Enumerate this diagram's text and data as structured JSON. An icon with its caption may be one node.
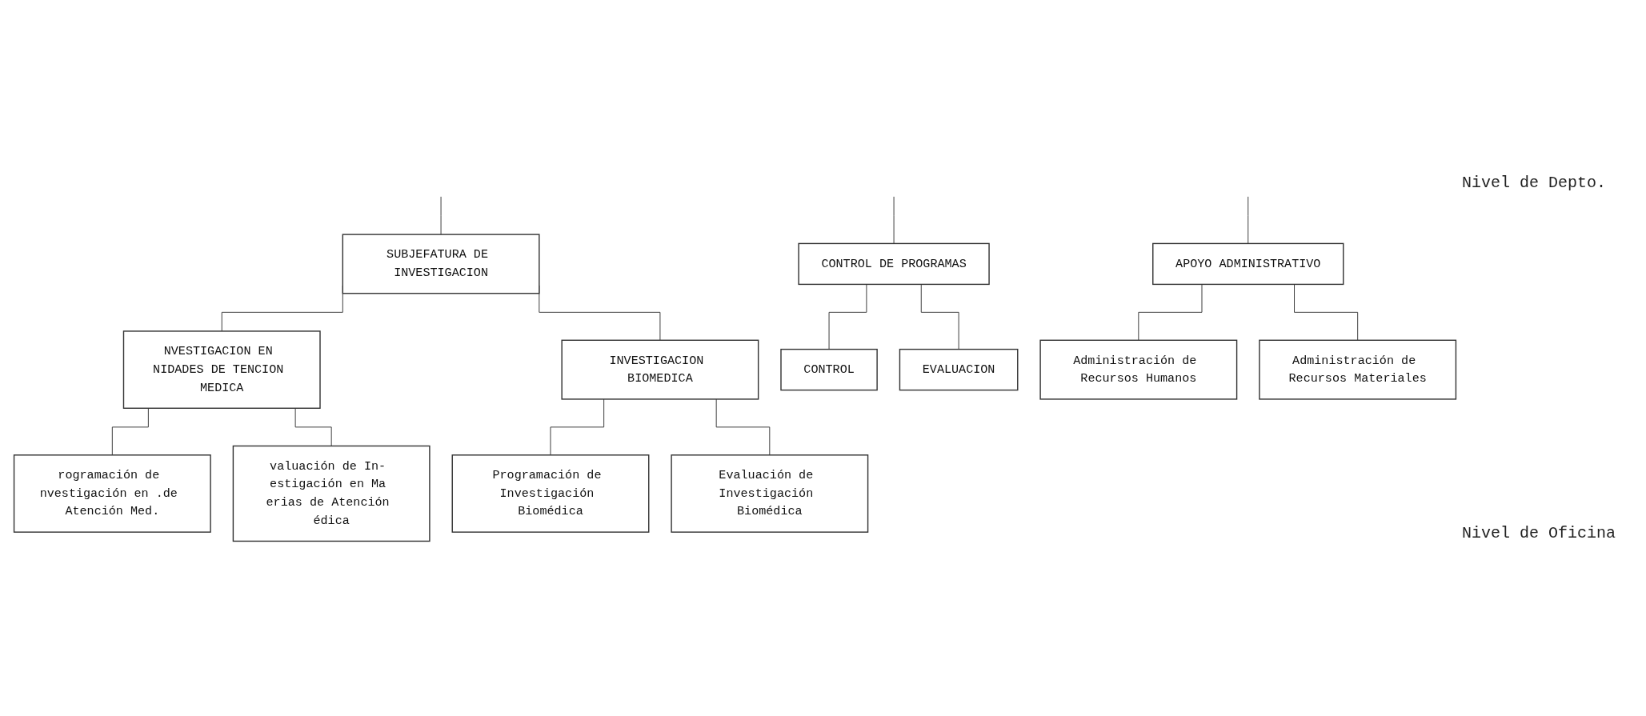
{
  "diagram": {
    "nodes": [
      {
        "text": [
          "SUBJEFATURA DE INVESTIGACION"
        ]
      },
      {
        "text": [
          "NVESTIGACION EN NIDADES DE TENCION MEDICA"
        ]
      },
      {
        "text": [
          "INVESTIGACION BIOMEDICA"
        ]
      },
      {
        "text": [
          "CONTROL DE PROGRAMAS"
        ]
      },
      {
        "text": [
          "APOYO ADMINISTRATIVO"
        ]
      },
      {
        "text": [
          "rogramación de nvestigación en .de Atención Med."
        ]
      },
      {
        "text": [
          "valuación de In- estigación en Ma erias de Atención édica"
        ]
      },
      {
        "text": [
          "Programación de Investigación Biomédica"
        ]
      },
      {
        "text": [
          "Evaluación de Investigación Biomédica"
        ]
      },
      {
        "text": [
          "CONTROL"
        ]
      },
      {
        "text": [
          "EVALUACION"
        ]
      },
      {
        "text": [
          "Administración de Recursos Humanos"
        ]
      },
      {
        "text": [
          "Administración de Recursos Materiales"
        ]
      }
    ],
    "edges": [
      {
        "from": null,
        "to": 0,
        "arrow": "none"
      },
      {
        "from": null,
        "to": 3,
        "arrow": "none"
      },
      {
        "from": null,
        "to": 4,
        "arrow": "none"
      },
      {
        "from": 0,
        "to": 1,
        "arrow": "none"
      },
      {
        "from": 0,
        "to": 2,
        "arrow": "none"
      },
      {
        "from": 1,
        "to": 5,
        "arrow": "none"
      },
      {
        "from": 1,
        "to": 6,
        "arrow": "none"
      },
      {
        "from": 2,
        "to": 7,
        "arrow": "none"
      },
      {
        "from": 2,
        "to": 8,
        "arrow": "none"
      },
      {
        "from": 3,
        "to": 9,
        "arrow": "none"
      },
      {
        "from": 3,
        "to": 10,
        "arrow": "none"
      },
      {
        "from": 4,
        "to": 11,
        "arrow": "none"
      },
      {
        "from": 4,
        "to": 12,
        "arrow": "none"
      }
    ],
    "labels": [
      "Nivel de Depto.",
      "Nivel de Oficina"
    ]
  }
}
